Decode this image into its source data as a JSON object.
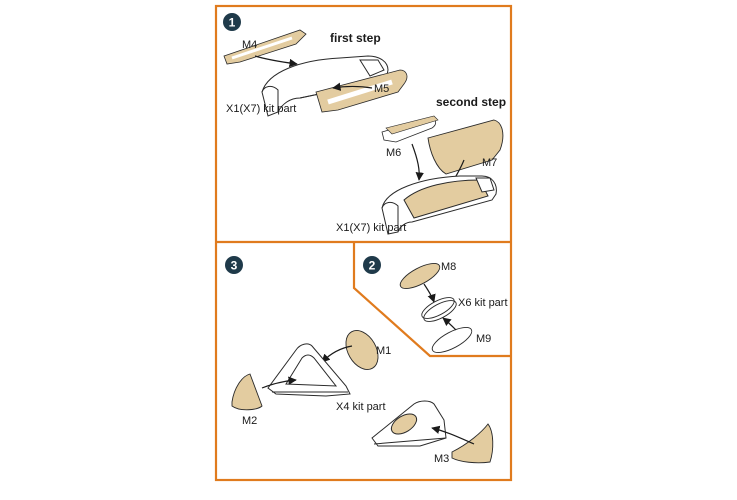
{
  "colors": {
    "frame": "#E07B1E",
    "badge": "#1F3A4A",
    "resin": "#E3CCA0",
    "outline": "#2A2A2A"
  },
  "steps": {
    "step1": {
      "number": "1"
    },
    "step2": {
      "number": "2"
    },
    "step3": {
      "number": "3"
    }
  },
  "phases": {
    "first": "first step",
    "second": "second step"
  },
  "labels": {
    "m1": "M1",
    "m2": "M2",
    "m3": "M3",
    "m4": "M4",
    "m5": "M5",
    "m6": "M6",
    "m7": "M7",
    "m8": "M8",
    "m9": "M9",
    "x1_top": "X1(X7) kit part",
    "x1_bottom": "X1(X7) kit part",
    "x6": "X6 kit part",
    "x4": "X4 kit part"
  }
}
